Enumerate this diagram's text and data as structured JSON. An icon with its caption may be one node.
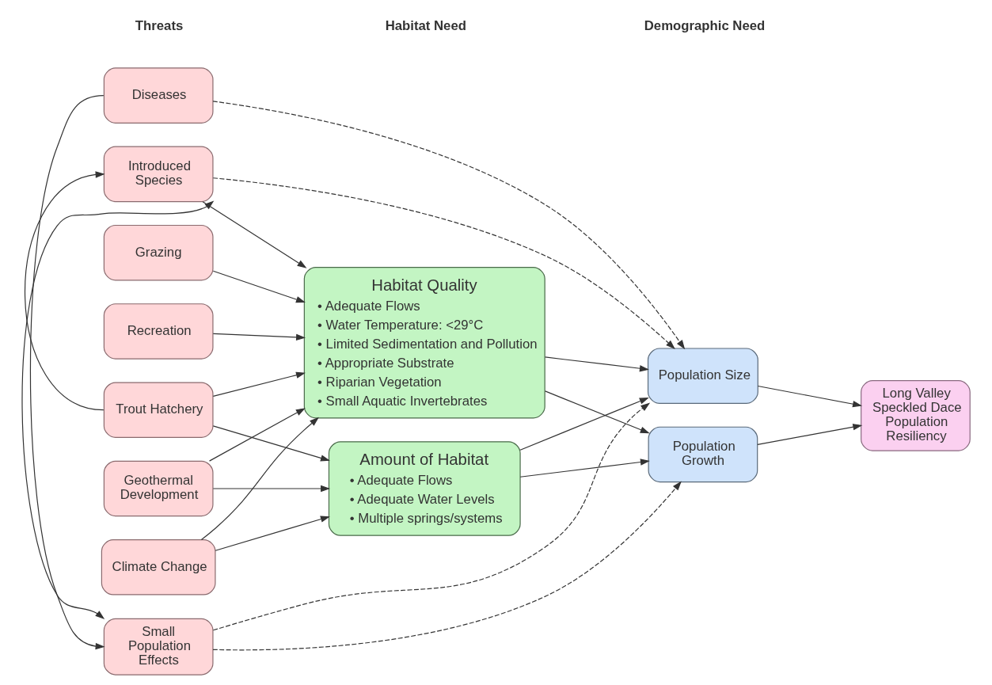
{
  "diagram": {
    "nodes": [
      {
        "text": [
          "Diseases"
        ]
      },
      {
        "text": [
          "Introduced Species"
        ]
      },
      {
        "text": [
          "Grazing"
        ]
      },
      {
        "text": [
          "Recreation"
        ]
      },
      {
        "text": [
          "Trout Hatchery"
        ]
      },
      {
        "text": [
          "Geothermal Development"
        ]
      },
      {
        "text": [
          "Climate Change"
        ]
      },
      {
        "text": [
          "Small Population Effects"
        ]
      },
      {
        "text": [
          "Habitat Quality",
          "• Adequate Flows",
          "• Water Temperature: <29°C",
          "• Limited Sedimentation and Pollution",
          "• Appropriate Substrate",
          "• Riparian Vegetation",
          "• Small Aquatic Invertebrates"
        ]
      },
      {
        "text": [
          "Amount of Habitat",
          "• Adequate Flows",
          "• Adequate Water Levels",
          "• Multiple springs/systems"
        ]
      },
      {
        "text": [
          "Population Size"
        ]
      },
      {
        "text": [
          "Population Growth"
        ]
      },
      {
        "text": [
          "Long Valley Speckled Dace Population Resiliency"
        ]
      }
    ],
    "edges": [
      {
        "from": 0,
        "to": 7,
        "arrow": "to"
      },
      {
        "from": 1,
        "to": 7,
        "arrow": "both"
      },
      {
        "from": 4,
        "to": 1,
        "arrow": "to"
      },
      {
        "from": 1,
        "to": 8,
        "arrow": "to"
      },
      {
        "from": 2,
        "to": 8,
        "arrow": "to"
      },
      {
        "from": 3,
        "to": 8,
        "arrow": "to"
      },
      {
        "from": 4,
        "to": 8,
        "arrow": "to"
      },
      {
        "from": 5,
        "to": 8,
        "arrow": "to"
      },
      {
        "from": 6,
        "to": 8,
        "arrow": "to"
      },
      {
        "from": 4,
        "to": 9,
        "arrow": "to"
      },
      {
        "from": 5,
        "to": 9,
        "arrow": "to"
      },
      {
        "from": 6,
        "to": 9,
        "arrow": "to"
      },
      {
        "from": 0,
        "to": 10,
        "arrow": "to",
        "style": "dashed"
      },
      {
        "from": 1,
        "to": 10,
        "arrow": "to",
        "style": "dashed"
      },
      {
        "from": 7,
        "to": 10,
        "arrow": "to",
        "style": "dashed"
      },
      {
        "from": 7,
        "to": 11,
        "arrow": "to",
        "style": "dashed"
      },
      {
        "from": 8,
        "to": 10,
        "arrow": "to"
      },
      {
        "from": 8,
        "to": 11,
        "arrow": "to"
      },
      {
        "from": 9,
        "to": 10,
        "arrow": "to"
      },
      {
        "from": 9,
        "to": 11,
        "arrow": "to"
      },
      {
        "from": 10,
        "to": 12,
        "arrow": "to"
      },
      {
        "from": 11,
        "to": 12,
        "arrow": "to"
      }
    ],
    "labels": [
      "Threats",
      "Habitat Need",
      "Demographic Need"
    ]
  }
}
